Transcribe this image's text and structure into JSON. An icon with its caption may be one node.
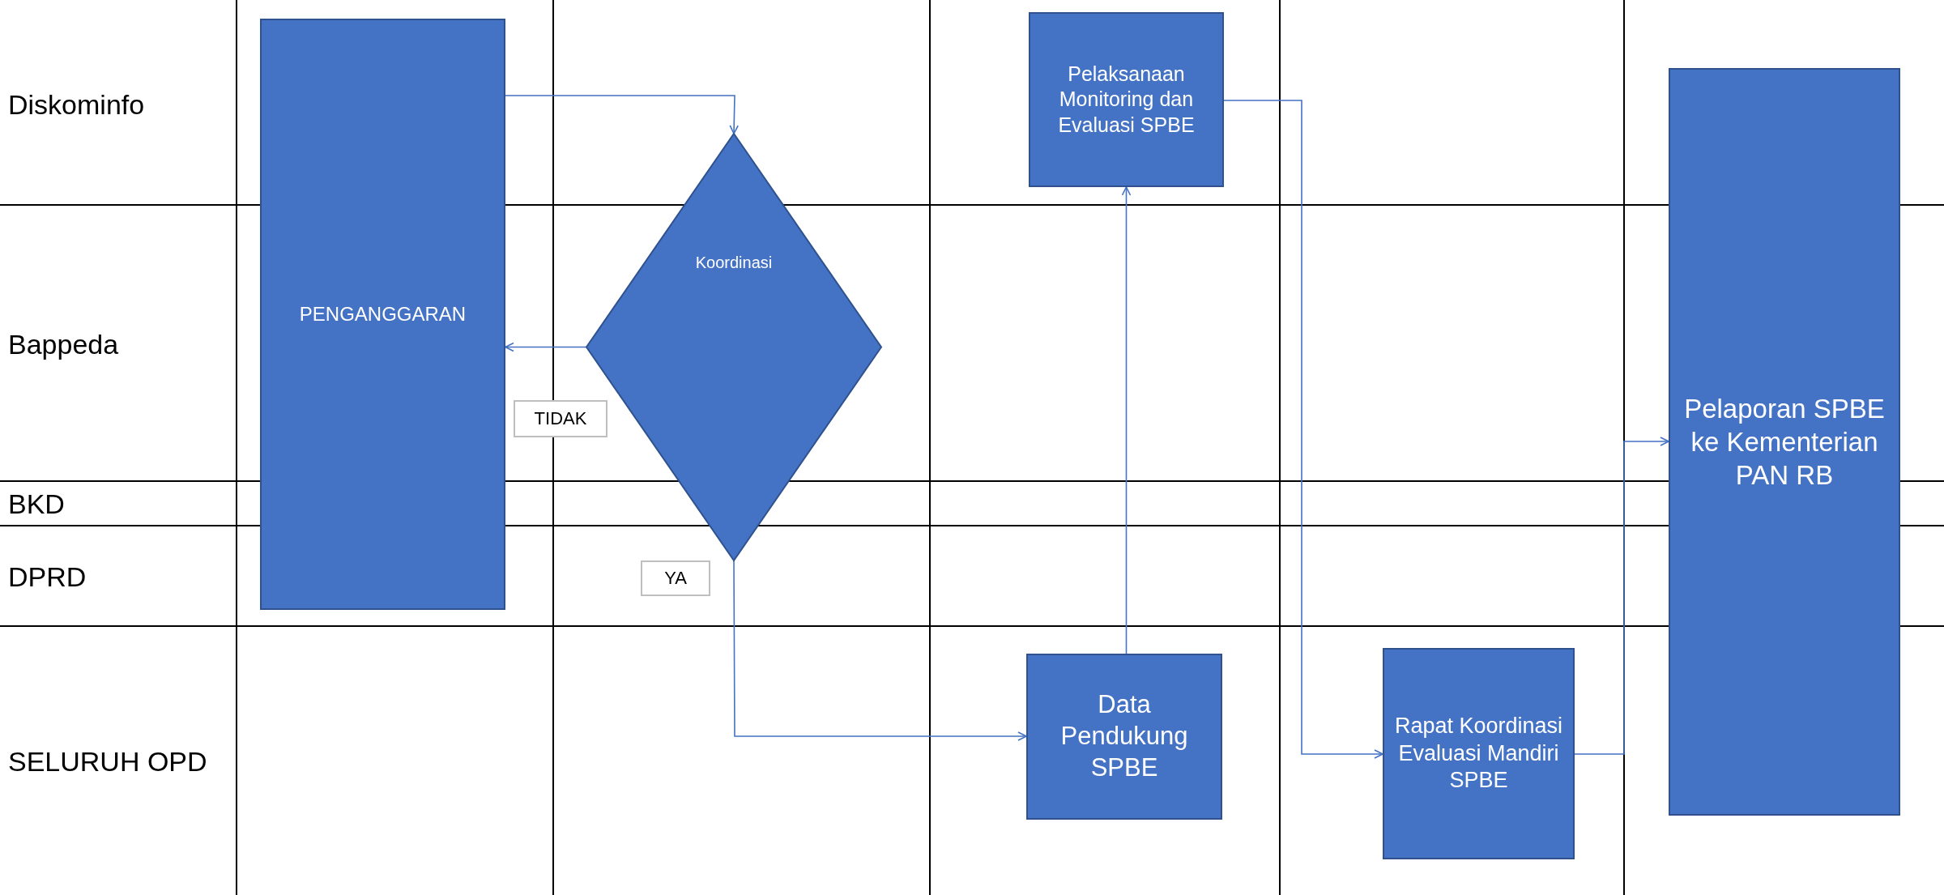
{
  "diagram": {
    "nodes": [
      {
        "text": [
          "PENGANGGARAN"
        ]
      },
      {
        "text": [
          "Koordinasi"
        ]
      },
      {
        "text": [
          "Pelaksanaan Monitoring dan Evaluasi SPBE"
        ]
      },
      {
        "text": [
          "Data Pendukung SPBE"
        ]
      },
      {
        "text": [
          "Rapat Koordinasi Evaluasi Mandiri SPBE"
        ]
      },
      {
        "text": [
          "Pelaporan SPBE ke Kementerian PAN RB"
        ]
      }
    ],
    "edges": [
      {
        "from": 0,
        "to": 1,
        "arrow": "to"
      },
      {
        "from": 1,
        "to": 0,
        "arrow": "to"
      },
      {
        "from": 1,
        "to": 3,
        "arrow": "to"
      },
      {
        "from": 3,
        "to": 2,
        "arrow": "to"
      },
      {
        "from": 2,
        "to": 4,
        "arrow": "to"
      },
      {
        "from": 4,
        "to": 5,
        "arrow": "to"
      }
    ],
    "labels": [
      "Diskominfo",
      "Bappeda",
      "TIDAK",
      "BKD",
      "DPRD",
      "YA",
      "SELURUH OPD"
    ]
  }
}
